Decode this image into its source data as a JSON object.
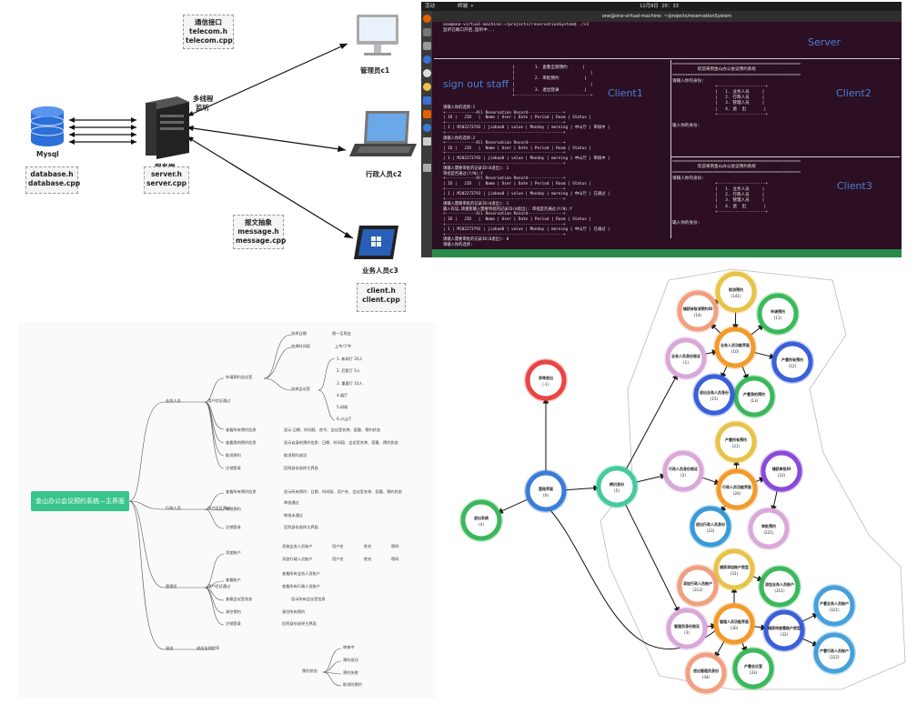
{
  "architecture": {
    "mysql_label": "Mysql",
    "server_label": "服务端",
    "multithread_label": [
      "多线程",
      "监听"
    ],
    "clients": [
      "管理员c1",
      "行政人员c2",
      "业务人员c3"
    ],
    "boxes": {
      "network": [
        "通信接口",
        "telecom.h",
        "telecom.cpp"
      ],
      "database": [
        "database.h",
        "database.cpp"
      ],
      "server": [
        "server.h",
        "server.cpp"
      ],
      "message": [
        "报文抽象",
        "message.h",
        "message.cpp"
      ],
      "client": [
        "client.h",
        "client.cpp"
      ]
    }
  },
  "terminal": {
    "topbar_left": "活动",
    "topbar_app": "终端 ▾",
    "topbar_time": "12月8日 20：33",
    "window_title": "one@one-virtual-machine: ~/projects/reservationSystem",
    "server_output": "one@one-virtual-machine:~/projects/reservationSystem$ ./s1\n监听已端口开启,监听中...",
    "server_label": "Server",
    "client1_label": "Client1",
    "client2_label": "Client2",
    "client3_label": "Client3",
    "staff_label": "sign out staff",
    "client1_menu": "|        1. 查看全部预约      |\n|                              |\n|        2. 审批预约          |\n|                              |\n|        3. 退出登录          |\n+------------------------------+",
    "client1_records": "请输入你的选择:1\n+-------------All Reservation Record---------------+\n| ID |   JID   |  Name | User | Date | Period | Room | Status |\n+--------------------------------------------------+\n| 1 | M202273793 | jiahao0 | value | Monday | morning | 中山厅 | 审核中 |\n+--------------------------------------------------+\n请输入你的选择:2\n+-------------All Reservation Record---------------+\n| ID |   JID   |  Name | User | Date | Period | Room | Status |\n+--------------------------------------------------+\n| 1 | M202273793 | jiahao0 | value | Monday | morning | 中山厅 | 审核中 |\n+--------------------------------------------------+\n请输入需要审批的记录ID(0退出): 1\n审批是否通过(Y/N):Y\n+-------------All Reservation Record---------------+\n| ID |   JID   |  Name | User | Date | Period | Room | Status |\n+--------------------------------------------------+\n| 1 | M202273793 | jiahao0 | value | Monday | morning | 中山厅 | 已通过 |\n+--------------------------------------------------+\n请输入需要审批的记录ID(0退出): 1\n输入有误,请重新输入需要审批的记录ID(0退出): 审批是否通过(Y/N):Y\n+-------------All Reservation Record---------------+\n| ID |   JID   |  Name | User | Date | Period | Room | Status |\n+--------------------------------------------------+\n| 1 | M202273793 | jiahao0 | value | Monday | morning | 中山厅 | 已通过 |\n+--------------------------------------------------+\n请输入需要审批的记录ID(0退出): 0\n请输入你的选择:",
    "client2_text": "===================================================\n          欢迎来到金山办公会议预约系统\n===================================================\n请输入你的身份:\n                 +-------------------+\n                 |   1. 业务人员     |\n                 |   2. 行政人员     |\n                 |   3. 管理人员     |\n                 |   4. 退  出       |\n                 +-------------------+\n\n输入你的身份:",
    "client3_text": "===================================================\n          欢迎来到金山办公会议预约系统\n===================================================\n请输入你的身份:\n                 +-------------------+\n                 |   1. 业务人员     |\n                 |   2. 行政人员     |\n                 |   3. 管理人员     |\n                 |   4. 退  出       |\n                 +-------------------+\n\n输入你的身份:"
  },
  "mindmap": {
    "root": "金山办公会议预约系统—主界面",
    "branches": [
      {
        "label": "业务人员",
        "sub": "用户验证通过",
        "items": [
          "申请预约会议室",
          "查看所有预约信息",
          "查看我的预约信息",
          "取消预约",
          "注销登录"
        ],
        "details": [
          "显示 日期、时间段、房号、会议室名称、容量、预约状态",
          "显示自身的预约信息：日期、时间段、会议室名称、容量、预约状态",
          "取消预约成功",
          "回到身份选择主界面"
        ],
        "apply": [
          "选择日期",
          "选择时间段",
          "选择会议室"
        ],
        "apply_vals": [
          "周一至周五",
          "上午/下午"
        ],
        "rooms": [
          "1. 新闻厅   20人",
          "2. 后套厅   5人",
          "3. 重要厅   10人",
          "4.展厅",
          "5.树阁",
          "6.小山厅"
        ]
      },
      {
        "label": "行政人员",
        "sub": "用户验证通过",
        "items": [
          "查看所有预约信息",
          "审批预约",
          "注销登录"
        ],
        "details": [
          "显示所有预约：日期、时间段、用户名、会议室名称、容量、预约状态",
          "回到身份选择主界面"
        ],
        "approve": [
          "审批通过",
          "审批未通过"
        ]
      },
      {
        "label": "管理员",
        "sub": "用户验证通过",
        "items": [
          "添加账户",
          "查看账户",
          "查看会议室状态",
          "清空预约",
          "注销登录"
        ],
        "add": [
          "添加业务人员账户",
          "添加行政人员账户"
        ],
        "add_fields": [
          "用户名",
          "姓名",
          "密码"
        ],
        "view": [
          "查看所有业务人员账户",
          "查看所有行政人员账户"
        ],
        "others": [
          "显示所有会议室信息",
          "清空所有预约",
          "回到身份选择主界面"
        ]
      },
      {
        "label": "退出",
        "sub": "退出当前程序"
      }
    ],
    "status": {
      "label": "预约状态",
      "items": [
        "审核中",
        "预约成功",
        "预约失败",
        "取消的预约"
      ]
    }
  },
  "state_diagram": {
    "nodes": [
      {
        "id": "n-1",
        "label": "异常退出",
        "num": "(-1)",
        "color": "#e94444"
      },
      {
        "id": "n0",
        "label": "登陆界面",
        "num": "(0)",
        "color": "#3a7dd8"
      },
      {
        "id": "n4",
        "label": "退出系统",
        "num": "(4)",
        "color": "#3cb85c"
      },
      {
        "id": "n5",
        "label": "辨识身份",
        "num": "(5)",
        "color": "#47c9a0"
      },
      {
        "id": "n1",
        "label": "业务人员身份验证",
        "num": "(1)",
        "color": "#d9a8d8"
      },
      {
        "id": "n10",
        "label": "业务人员功能界面",
        "num": "(10)",
        "color": "#f39a2b"
      },
      {
        "id": "n14",
        "label": "捕获待取消预约ID",
        "num": "(14)",
        "color": "#f0a080"
      },
      {
        "id": "n141",
        "label": "取消预约",
        "num": "(141)",
        "color": "#e8c34a"
      },
      {
        "id": "n11",
        "label": "申请预约",
        "num": "(11)",
        "color": "#3cb85c"
      },
      {
        "id": "n12",
        "label": "产看所有预约",
        "num": "(12)",
        "color": "#3a5fd8"
      },
      {
        "id": "n13",
        "label": "产看我的预约",
        "num": "(13)",
        "color": "#3cb85c"
      },
      {
        "id": "n15",
        "label": "退出业务人员身份",
        "num": "(15)",
        "color": "#3a5fd8"
      },
      {
        "id": "n2",
        "label": "行政人员身份验证",
        "num": "(2)",
        "color": "#d9a8d8"
      },
      {
        "id": "n20",
        "label": "行政人员功能界面",
        "num": "(20)",
        "color": "#f39a2b"
      },
      {
        "id": "n21",
        "label": "产看所有预约",
        "num": "(21)",
        "color": "#e8c34a"
      },
      {
        "id": "n22",
        "label": "捕获审批ID",
        "num": "(22)",
        "color": "#8a4ad8"
      },
      {
        "id": "n221",
        "label": "审批预约",
        "num": "(221)",
        "color": "#d9a8d8"
      },
      {
        "id": "n23",
        "label": "退出行政人员身份",
        "num": "(23)",
        "color": "#3a9ad8"
      },
      {
        "id": "n3",
        "label": "管理员身份验证",
        "num": "(3)",
        "color": "#d9a8d8"
      },
      {
        "id": "n30",
        "label": "管理人员功能界面",
        "num": "(30)",
        "color": "#f39a2b"
      },
      {
        "id": "n31",
        "label": "捕获添加账户类型",
        "num": "(31)",
        "color": "#e8c34a"
      },
      {
        "id": "n312",
        "label": "添加行政人员账户",
        "num": "(312)",
        "color": "#f0a080"
      },
      {
        "id": "n311",
        "label": "添加业务人员账户",
        "num": "(311)",
        "color": "#3cb85c"
      },
      {
        "id": "n32",
        "label": "捕获待查看账户类型",
        "num": "(32)",
        "color": "#3a5fd8"
      },
      {
        "id": "n321",
        "label": "产看业务人员账户",
        "num": "(321)",
        "color": "#47a0d8"
      },
      {
        "id": "n322",
        "label": "产看行政人员账户",
        "num": "(322)",
        "color": "#47a0d8"
      },
      {
        "id": "n33",
        "label": "产看会议室",
        "num": "(33)",
        "color": "#3cb85c"
      },
      {
        "id": "n34",
        "label": "退出管理员身份",
        "num": "(34)",
        "color": "#f0a080"
      }
    ]
  }
}
